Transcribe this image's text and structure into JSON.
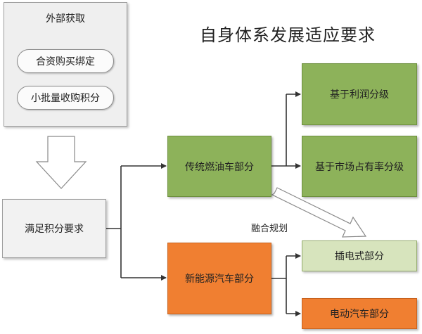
{
  "title": "自身体系发展适应要求",
  "external": {
    "title": "外部获取",
    "items": [
      "合资购买绑定",
      "小批量收购积分"
    ]
  },
  "requirement": "满足积分要求",
  "traditional": "传统燃油车部分",
  "new_energy": "新能源汽车部分",
  "traditional_branches": [
    "基于利润分级",
    "基于市场占有率分级"
  ],
  "new_energy_branches": [
    "插电式部分",
    "电动汽车部分"
  ],
  "fusion_label": "融合规划",
  "colors": {
    "green": "#8db25a",
    "light_green": "#d7e4bd",
    "orange": "#f07f31",
    "grey": "#efefef"
  }
}
